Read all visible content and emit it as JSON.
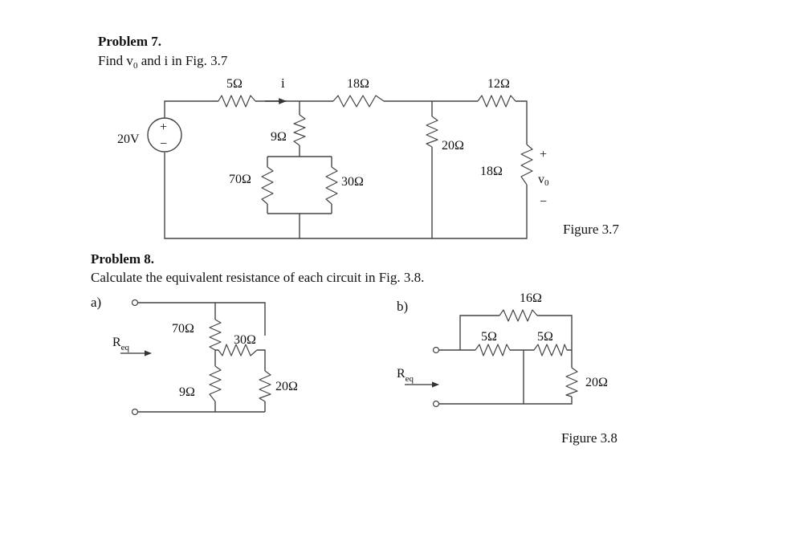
{
  "problem7": {
    "title": "Problem 7.",
    "prompt": "Find v",
    "prompt_sub": "0",
    "prompt_rest": " and i in Fig. 3.7"
  },
  "problem8": {
    "title": "Problem 8.",
    "prompt": "Calculate the equivalent resistance of each circuit in Fig. 3.8."
  },
  "figure37": {
    "caption": "Figure 3.7",
    "source": {
      "label": "20V",
      "plus": "+",
      "minus": "−"
    },
    "current_label": "i",
    "r_5": "5Ω",
    "r_18_top": "18Ω",
    "r_12": "12Ω",
    "r_9": "9Ω",
    "r_20": "20Ω",
    "r_70": "70Ω",
    "r_30": "30Ω",
    "r_18_out": "18Ω",
    "vo": {
      "plus": "+",
      "v": "v",
      "sub": "0",
      "minus": "−"
    }
  },
  "figure38": {
    "caption": "Figure 3.8",
    "part_a": {
      "label": "a)",
      "req": "R",
      "req_sub": "eq",
      "r_70": "70Ω",
      "r_30": "30Ω",
      "r_9": "9Ω",
      "r_20": "20Ω"
    },
    "part_b": {
      "label": "b)",
      "req": "R",
      "req_sub": "eq",
      "r_16": "16Ω",
      "r_5a": "5Ω",
      "r_5b": "5Ω",
      "r_20": "20Ω"
    }
  }
}
